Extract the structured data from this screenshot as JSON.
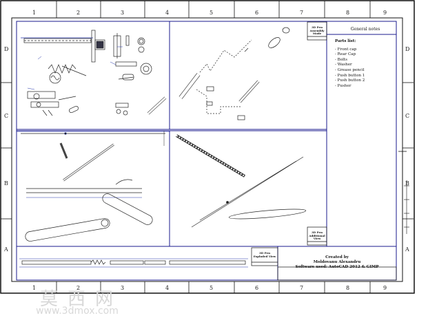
{
  "grid": {
    "columns": [
      "1",
      "2",
      "3",
      "4",
      "5",
      "6",
      "7",
      "8",
      "9"
    ],
    "rows": [
      "D",
      "C",
      "B",
      "A"
    ]
  },
  "notes": {
    "title": "General notes",
    "parts_heading": "Parts list:",
    "parts": [
      "- Front cap",
      "- Rear Cap",
      "- Bolts",
      "- Washer",
      "- Grease pencil",
      "- Push button 1",
      "- Push button 2",
      "- Pusher"
    ]
  },
  "credits": {
    "line1": "Created by",
    "line2": "Moldovanu Alexandru",
    "line3": "Software used: AutoCAD 2012 & GIMP"
  },
  "views": {
    "assembly": {
      "line1": "3D Pen",
      "line2": "Assembly Mode"
    },
    "exploded": {
      "line1": "3D Pen",
      "line2": "Exploded View"
    },
    "additional": {
      "line1": "3D Pen",
      "line2": "Additional View"
    }
  },
  "watermark": {
    "chars": "莫西网",
    "url": "www.3dmox.com"
  },
  "colors": {
    "frame": "#1a1a8c",
    "drawing": "#222222",
    "accent": "#2233aa",
    "watermark": "#d8d8d8"
  }
}
